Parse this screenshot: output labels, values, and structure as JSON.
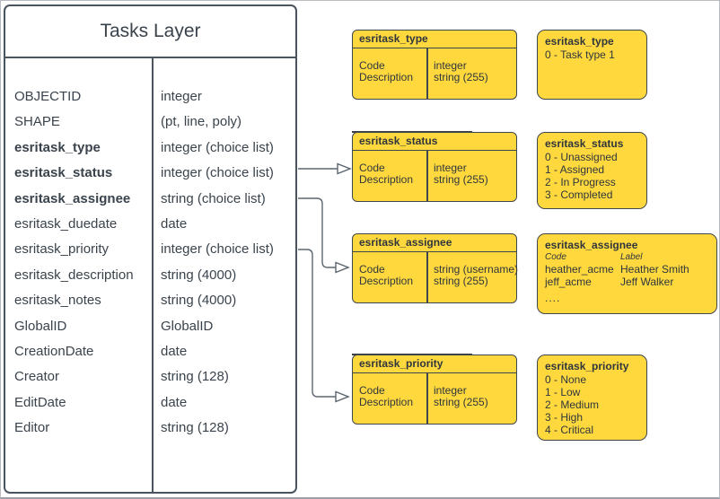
{
  "tasks_layer": {
    "title": "Tasks Layer",
    "fields": [
      {
        "name": "OBJECTID",
        "type": "integer"
      },
      {
        "name": "SHAPE",
        "type": "(pt, line, poly)"
      },
      {
        "name": "esritask_type",
        "type": "integer (choice list)"
      },
      {
        "name": "esritask_status",
        "type": "integer (choice list)"
      },
      {
        "name": "esritask_assignee",
        "type": "string (choice list)"
      },
      {
        "name": "esritask_duedate",
        "type": "date"
      },
      {
        "name": "esritask_priority",
        "type": "integer (choice list)"
      },
      {
        "name": "esritask_description",
        "type": "string (4000)"
      },
      {
        "name": "esritask_notes",
        "type": "string (4000)"
      },
      {
        "name": "GlobalID",
        "type": "GlobalID"
      },
      {
        "name": "CreationDate",
        "type": "date"
      },
      {
        "name": "Creator",
        "type": "string (128)"
      },
      {
        "name": "EditDate",
        "type": "date"
      },
      {
        "name": "Editor",
        "type": "string (128)"
      }
    ]
  },
  "domain_tables": [
    {
      "title": "esritask_type",
      "left": [
        "Code",
        "Description"
      ],
      "right": [
        "integer",
        "string (255)"
      ]
    },
    {
      "title": "esritask_status",
      "left": [
        "Code",
        "Description"
      ],
      "right": [
        "integer",
        "string (255)"
      ]
    },
    {
      "title": "esritask_assignee",
      "left": [
        "Code",
        "Description"
      ],
      "right": [
        "string (username)",
        "string (255)"
      ]
    },
    {
      "title": "esritask_priority",
      "left": [
        "Code",
        "Description"
      ],
      "right": [
        "integer",
        "string (255)"
      ]
    }
  ],
  "value_lists": [
    {
      "title": "esritask_type",
      "values": [
        "0 - Task type 1"
      ]
    },
    {
      "title": "esritask_status",
      "values": [
        "0 - Unassigned",
        "1 - Assigned",
        "2 - In Progress",
        "3 - Completed"
      ]
    },
    {
      "title": "esritask_assignee",
      "headers": [
        "Code",
        "Label"
      ],
      "rows": [
        {
          "code": "heather_acme",
          "label": "Heather Smith"
        },
        {
          "code": "jeff_acme",
          "label": "Jeff Walker"
        }
      ],
      "more": "...."
    },
    {
      "title": "esritask_priority",
      "values": [
        "0 - None",
        "1 - Low",
        "2 - Medium",
        "3 - High",
        "4 - Critical"
      ]
    }
  ],
  "connectors": [
    {
      "from": "esritask_status",
      "to": "esritask_status domain table"
    },
    {
      "from": "esritask_assignee",
      "to": "esritask_assignee domain table"
    },
    {
      "from": "esritask_priority",
      "to": "esritask_priority domain table"
    }
  ],
  "colors": {
    "box_fill": "#ffd83e",
    "box_border": "#3f464d",
    "table_border": "#4a545e",
    "text": "#3a434c",
    "connector": "#5c6670",
    "background": "#ffffff"
  }
}
